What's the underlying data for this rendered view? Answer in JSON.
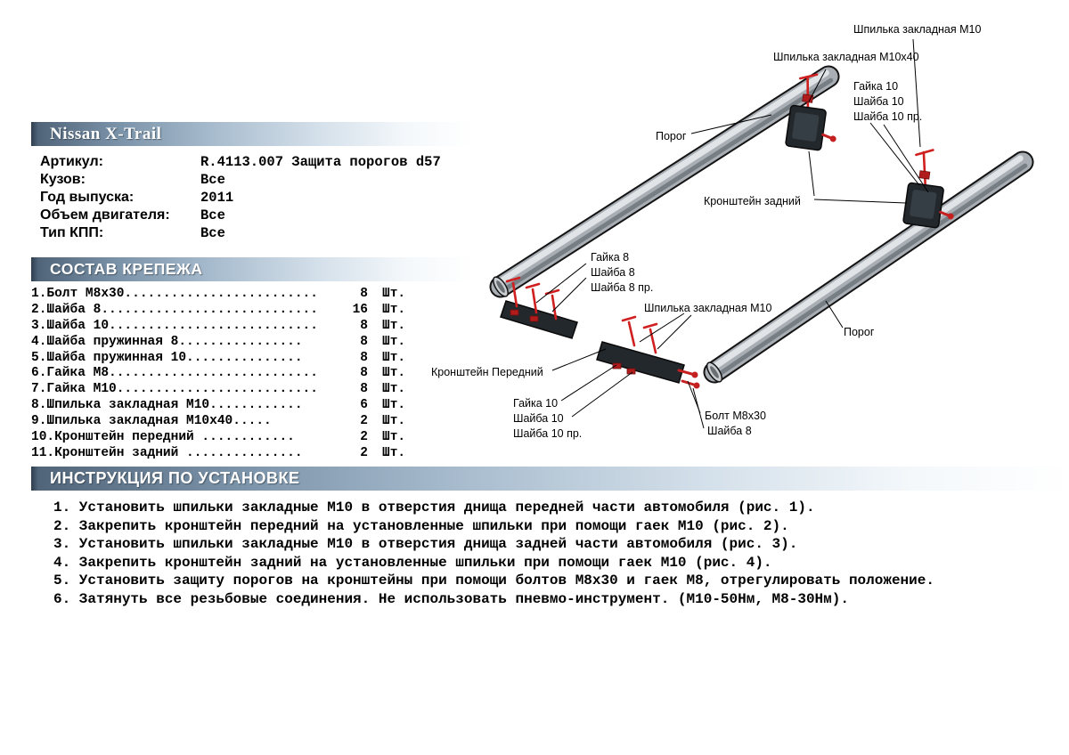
{
  "header": {
    "title": "Nissan X-Trail"
  },
  "specs": {
    "rows": [
      {
        "label": "Артикул:",
        "value": "R.4113.007 Защита порогов d57"
      },
      {
        "label": "Кузов:",
        "value": "Все"
      },
      {
        "label": "Год выпуска:",
        "value": "2011"
      },
      {
        "label": "Объем двигателя:",
        "value": "Все"
      },
      {
        "label": "Тип КПП:",
        "value": "Все"
      }
    ]
  },
  "fasteners": {
    "title": "СОСТАВ КРЕПЕЖА",
    "items": [
      {
        "name": "1.Болт М8х30.........................",
        "qty": "8",
        "unit": "Шт."
      },
      {
        "name": "2.Шайба 8............................",
        "qty": "16",
        "unit": "Шт."
      },
      {
        "name": "3.Шайба 10...........................",
        "qty": "8",
        "unit": "Шт."
      },
      {
        "name": "4.Шайба пружинная 8................",
        "qty": "8",
        "unit": "Шт."
      },
      {
        "name": "5.Шайба пружинная 10...............",
        "qty": "8",
        "unit": "Шт."
      },
      {
        "name": "6.Гайка М8...........................",
        "qty": "8",
        "unit": "Шт."
      },
      {
        "name": "7.Гайка М10..........................",
        "qty": "8",
        "unit": "Шт."
      },
      {
        "name": "8.Шпилька закладная М10............",
        "qty": "6",
        "unit": "Шт."
      },
      {
        "name": "9.Шпилька закладная М10х40.....",
        "qty": "2",
        "unit": "Шт."
      },
      {
        "name": "10.Кронштейн передний ............",
        "qty": "2",
        "unit": "Шт."
      },
      {
        "name": "11.Кронштейн задний ...............",
        "qty": "2",
        "unit": "Шт."
      }
    ]
  },
  "instructions": {
    "title": "ИНСТРУКЦИЯ ПО УСТАНОВКЕ",
    "steps": [
      "1. Установить шпильки закладные М10 в отверстия днища передней части автомобиля (рис. 1).",
      "2. Закрепить кронштейн передний на установленные шпильки при помощи гаек М10 (рис. 2).",
      "3. Установить шпильки закладные М10 в отверстия днища задней части автомобиля (рис. 3).",
      "4. Закрепить кронштейн задний на установленные шпильки при помощи гаек М10 (рис. 4).",
      "5. Установить защиту порогов на кронштейны при помощи болтов М8х30 и гаек М8, отрегулировать положение.",
      "6. Затянуть все резьбовые соединения. Не использовать пневмо-инструмент. (М10-50Нм, М8-30Нм)."
    ]
  },
  "diagram": {
    "labels": {
      "stud_rear_m10": "Шпилька закладная М10",
      "stud_rear_m10x40": "Шпилька закладная М10х40",
      "nut10_rear": "Гайка 10",
      "washer10_rear": "Шайба 10",
      "washer10pr_rear": "Шайба 10 пр.",
      "sill_top": "Порог",
      "bracket_rear": "Кронштейн задний",
      "nut8": "Гайка 8",
      "washer8": "Шайба 8",
      "washer8pr": "Шайба 8 пр.",
      "stud_front_m10": "Шпилька закладная М10",
      "sill_bottom": "Порог",
      "bracket_front": "Кронштейн Передний",
      "nut10_front": "Гайка 10",
      "washer10_front": "Шайба 10",
      "washer10pr_front": "Шайба 10 пр.",
      "bolt_m8x30": "Болт М8х30",
      "washer8_front": "Шайба 8"
    }
  }
}
